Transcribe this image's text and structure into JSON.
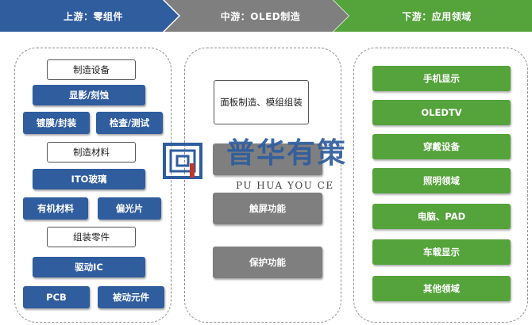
{
  "header": {
    "upstream": "上游：零组件",
    "midstream": "中游：OLED制造",
    "downstream": "下游：应用领域"
  },
  "upstream": {
    "manufacturing_equipment": {
      "label": "制造设备",
      "items": [
        "显影/刻蚀",
        "镀膜/封装",
        "检查/测试"
      ]
    },
    "manufacturing_materials": {
      "label": "制造材料",
      "items": [
        "ITO玻璃",
        "有机材料",
        "偏光片"
      ]
    },
    "assembly_parts": {
      "label": "组装零件",
      "items": [
        "驱动IC",
        "PCB",
        "被动元件"
      ]
    }
  },
  "midstream": {
    "items": [
      "面板制造、模组组装",
      "触屏功能",
      "保护功能"
    ]
  },
  "downstream": {
    "items": [
      "手机显示",
      "OLEDTV",
      "穿戴设备",
      "照明领域",
      "电脑、PAD",
      "车载显示",
      "其他领域"
    ]
  },
  "watermark": {
    "text": "普华有策",
    "subtitle": "PU HUA YOU CE"
  },
  "colors": {
    "blue": "#2f5d9e",
    "gray": "#7f7f7f",
    "green": "#55a33b"
  }
}
